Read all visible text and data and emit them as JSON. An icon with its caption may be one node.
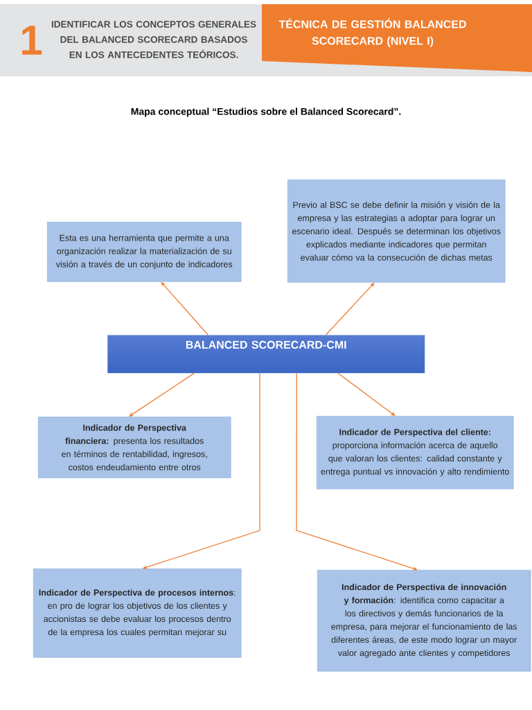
{
  "diagram": {
    "title": "Mapa conceptual “Estudios sobre el Balanced Scorecard”.",
    "nodes": [
      {
        "text": [
          "Esta es una herramienta que permite a una organización realizar la materialización de su visión a través de un conjunto de indicadores"
        ]
      },
      {
        "text": [
          "Previo al BSC se debe definir la misión y visión de la empresa y las estrategias a adoptar para lograr un escenario ideal. Después se determinan los objetivos explicados mediante indicadores que permitan evaluar cómo va la consecución de dichas metas"
        ]
      },
      {
        "text": [
          "BALANCED SCORECARD-CMI"
        ]
      },
      {
        "text": [
          "**Indicador de Perspectiva financiera:** presenta los resultados en términos de rentabilidad, ingresos, costos endeudamiento entre otros"
        ]
      },
      {
        "text": [
          "**Indicador de Perspectiva del cliente:** proporciona información acerca de aquello que valoran los clientes: calidad constante y entrega puntual vs innovación y alto rendimiento"
        ]
      },
      {
        "text": [
          "**Indicador de Perspectiva de procesos internos**: en pro de lograr los objetivos de los clientes y accionistas se debe evaluar los procesos dentro de la empresa los cuales permitan mejorar su"
        ]
      },
      {
        "text": [
          "**Indicador de Perspectiva de innovación y formación**: identifica como capacitar a los directivos y demás funcionarios de la empresa, para mejorar el funcionamiento de las diferentes áreas, de este modo lograr un mayor valor agregado ante clientes y competidores"
        ]
      }
    ],
    "edges": [
      {
        "from": 2,
        "to": 0,
        "arrow": "to"
      },
      {
        "from": 2,
        "to": 1,
        "arrow": "to"
      },
      {
        "from": 2,
        "to": 3,
        "arrow": "to"
      },
      {
        "from": 2,
        "to": 4,
        "arrow": "to"
      },
      {
        "from": 2,
        "to": 5,
        "arrow": "to"
      },
      {
        "from": 2,
        "to": 6,
        "arrow": "to"
      }
    ],
    "labels": [
      "1",
      "IDENTIFICAR LOS CONCEPTOS GENERALES DEL BALANCED SCORECARD BASADOS EN LOS ANTECEDENTES TEÓRICOS.",
      "TÉCNICA DE GESTIÓN BALANCED SCORECARD (NIVEL I)"
    ]
  }
}
